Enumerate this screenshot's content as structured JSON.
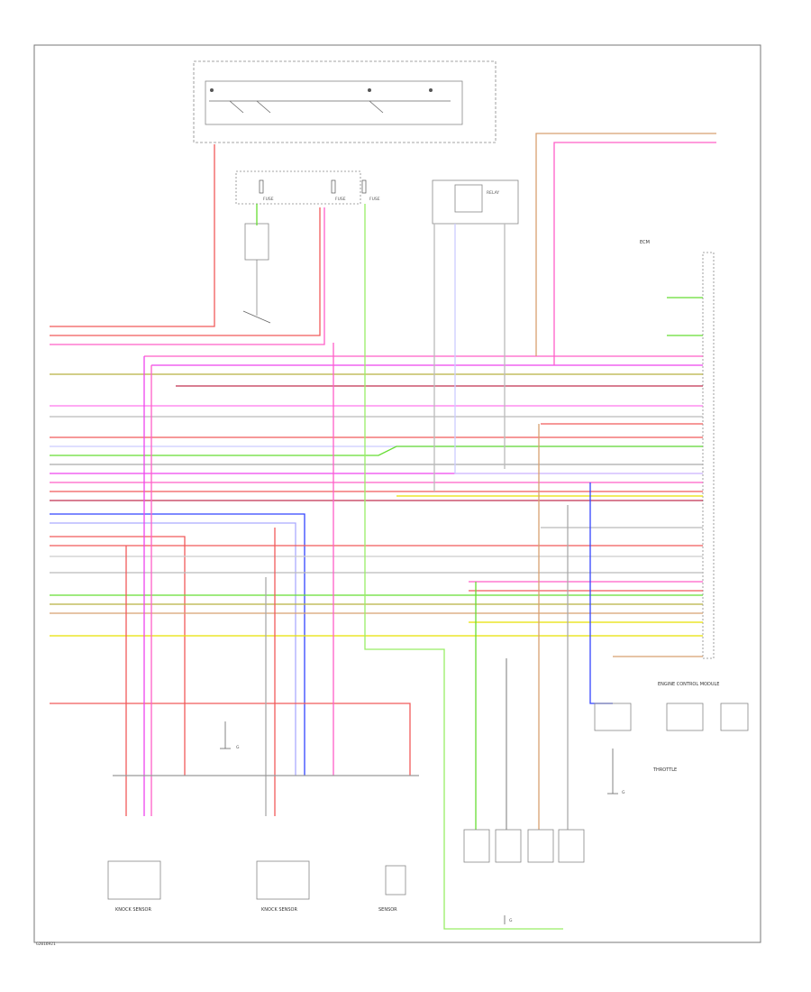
{
  "page": {
    "id": "G2016921"
  },
  "power_box": {
    "fuse_a": "FUSE",
    "fuse_b": "FUSE",
    "fuse_c": "FUSE"
  },
  "labels": {
    "fuse_block_a": "FUSE",
    "ground_a": "G",
    "ground_b": "G",
    "ground_c": "G"
  },
  "components": {
    "knock_front": "KNOCK SENSOR",
    "knock_rear": "KNOCK SENSOR",
    "sensor_mid": "SENSOR",
    "engine_ctrl": "ENGINE CONTROL MODULE",
    "ecm_right": "ECM",
    "throttle": "THROTTLE",
    "relay": "RELAY"
  },
  "colors": {
    "red": "#f05a5a",
    "pink": "#ff5fc8",
    "magenta": "#ee44ee",
    "green": "#66dd33",
    "lightgreen": "#99ee66",
    "yellow": "#e8e000",
    "olive": "#b8b040",
    "tan": "#d8a070",
    "blue": "#3344ff",
    "lavender": "#aaaaff",
    "gray": "#999999",
    "brown": "#b07040",
    "darkred": "#c03050"
  }
}
